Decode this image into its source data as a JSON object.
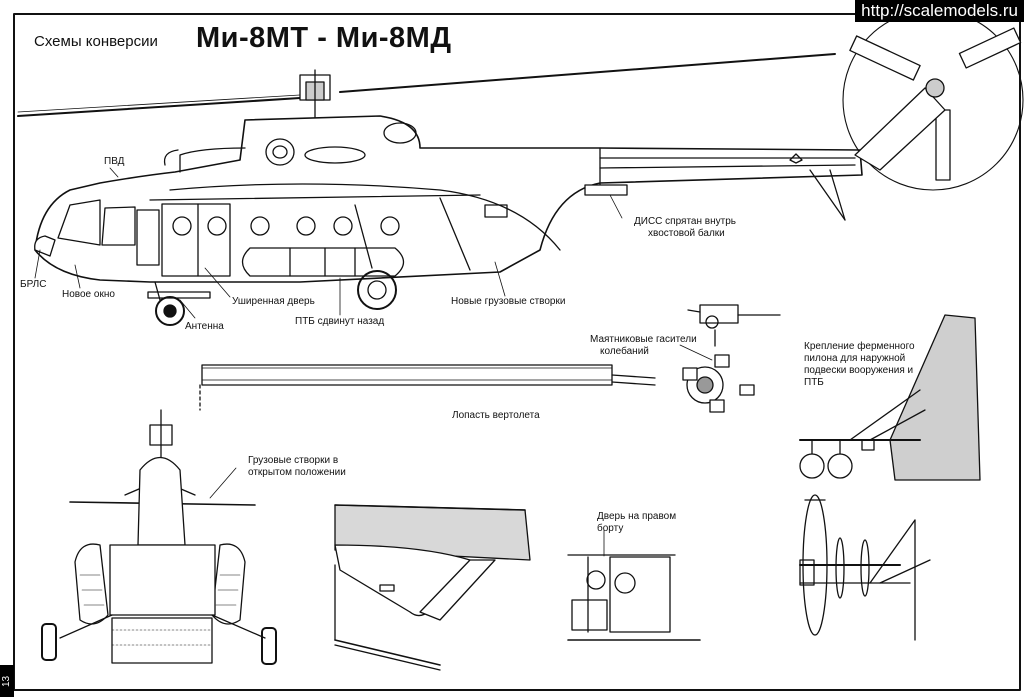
{
  "header": {
    "subtitle": "Схемы конверсии",
    "title": "Ми-8МТ  -  Ми-8МД"
  },
  "watermark": "http://scalemodels.ru",
  "page_number": "13",
  "labels": {
    "pvd": "ПВД",
    "brls": "БРЛС",
    "new_window": "Новое окно",
    "antenna": "Антенна",
    "wide_door": "Уширенная дверь",
    "ptb_moved": "ПТБ сдвинут назад",
    "cargo_doors": "Новые грузовые створки",
    "diss_line1": "ДИСС спрятан внутрь",
    "diss_line2": "хвостовой балки",
    "dampers_line1": "Маятниковые гасители",
    "dampers_line2": "колебаний",
    "blade": "Лопасть вертолета",
    "mount_line1": "Крепление ферменного",
    "mount_line2": "пилона для наружной",
    "mount_line3": "подвески вооружения и",
    "mount_line4": "ПТБ",
    "open_doors_line1": "Грузовые створки в",
    "open_doors_line2": "открытом положении",
    "right_door_line1": "Дверь на правом",
    "right_door_line2": "борту"
  }
}
